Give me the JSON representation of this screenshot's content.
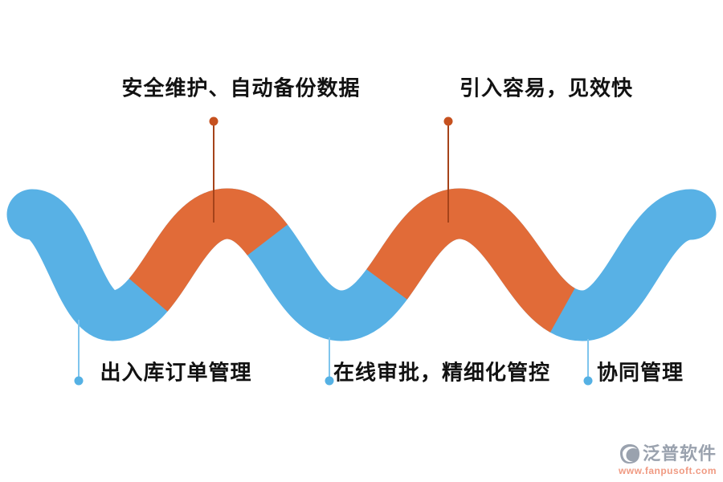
{
  "wave": {
    "blue": "#58B1E5",
    "orange": "#E16B38"
  },
  "connectors": {
    "top_line_color": "#A5431A",
    "top_dot_color": "#C6511F",
    "bottom_line_color": "#7FC5ED",
    "bottom_dot_color": "#55B1E4"
  },
  "labels": {
    "top": [
      {
        "text": "安全维护、自动备份数据"
      },
      {
        "text": "引入容易，见效快"
      }
    ],
    "bottom": [
      {
        "text": "出入库订单管理"
      },
      {
        "text": "在线审批，精细化管控"
      },
      {
        "text": "协同管理"
      }
    ]
  },
  "logo": {
    "name": "泛普软件",
    "url": "www.fanpusoft.com"
  }
}
